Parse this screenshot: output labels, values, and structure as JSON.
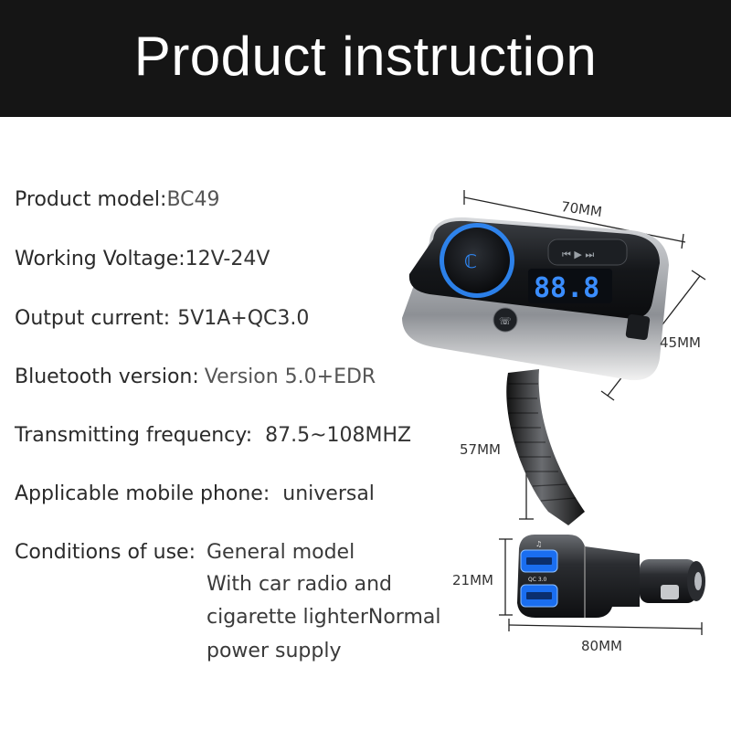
{
  "header": {
    "title": "Product instruction"
  },
  "specs": [
    {
      "label": "Product model:",
      "value": "BC49"
    },
    {
      "label": "Working Voltage:",
      "value": "12V-24V"
    },
    {
      "label": "Output current:",
      "value": "5V1A+QC3.0"
    },
    {
      "label": "Bluetooth version:",
      "value": "Version 5.0+EDR"
    },
    {
      "label": "Transmitting frequency:",
      "value": "87.5~108MHZ"
    },
    {
      "label": "Applicable mobile phone:",
      "value": "universal"
    }
  ],
  "conditions": {
    "label": "Conditions of use:",
    "lines": [
      "General model",
      "With car radio and",
      "cigarette lighterNormal",
      "power supply"
    ]
  },
  "device": {
    "display_text": "88.8",
    "usb_port_label": "QC 3.0",
    "dimensions": {
      "width": "70MM",
      "depth": "45MM",
      "neck": "57MM",
      "plug_height": "21MM",
      "plug_length": "80MM"
    }
  },
  "colors": {
    "header_bg": "#151515",
    "accent_blue": "#2f8cff"
  }
}
